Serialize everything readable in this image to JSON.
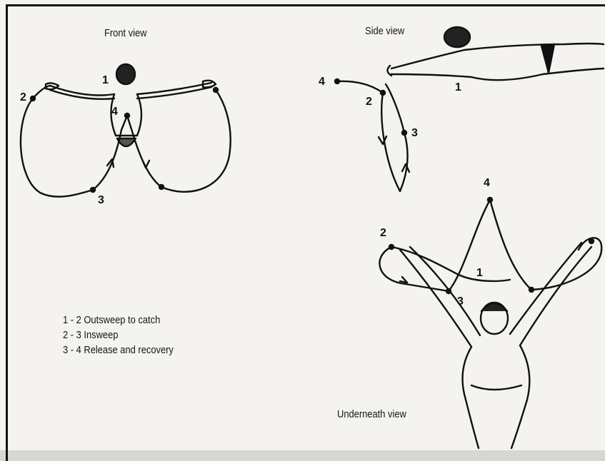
{
  "views": {
    "front": "Front view",
    "side": "Side view",
    "underneath": "Underneath view"
  },
  "point_labels": {
    "front": [
      "1",
      "2",
      "3",
      "4"
    ],
    "side": [
      "1",
      "2",
      "3",
      "4"
    ],
    "underneath": [
      "1",
      "2",
      "3",
      "4"
    ]
  },
  "legend": [
    "1 - 2 Outsweep to catch",
    "2 - 3 Insweep",
    "3 - 4 Release and recovery"
  ],
  "colors": {
    "ink": "#111111",
    "paper": "#f4f3ef"
  }
}
